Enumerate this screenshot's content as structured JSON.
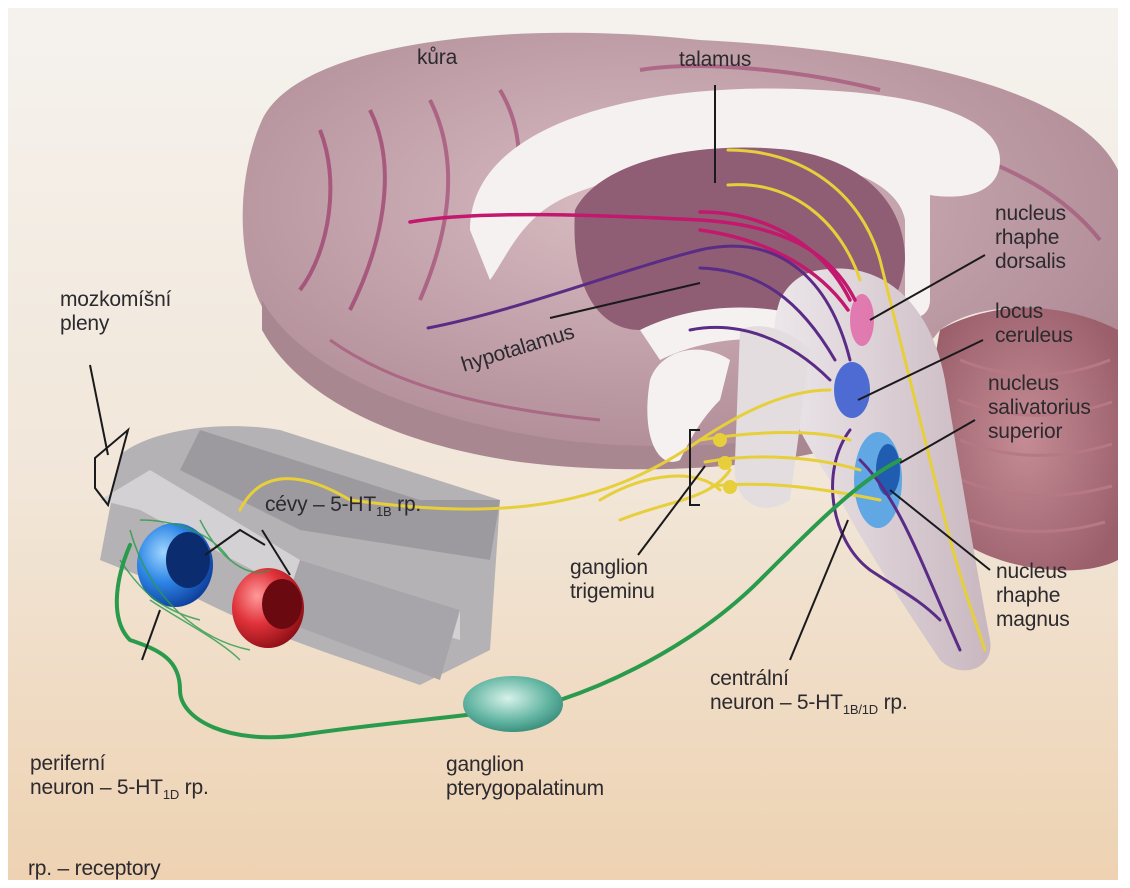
{
  "labels": {
    "kura": "kůra",
    "talamus": "talamus",
    "hypotalamus": "hypotalamus",
    "mozkomisni": [
      "mozkomíšní",
      "pleny"
    ],
    "cevy": {
      "prefix": "cévy – 5-HT",
      "sub": "1B",
      "suffix": " rp."
    },
    "nucleus_rd": [
      "nucleus",
      "rhaphe",
      "dorsalis"
    ],
    "locus": [
      "locus",
      "ceruleus"
    ],
    "nucleus_ss": [
      "nucleus",
      "salivatorius",
      "superior"
    ],
    "ganglion_trig": [
      "ganglion",
      "trigeminu"
    ],
    "nucleus_rm": [
      "nucleus",
      "rhaphe",
      "magnus"
    ],
    "centralni": {
      "line1": "centrální",
      "prefix": "neuron – 5-HT",
      "sub": "1B/1D",
      "suffix": " rp."
    },
    "periferni": {
      "line1": "periferní",
      "prefix": "neuron – 5-HT",
      "sub": "1D",
      "suffix": " rp."
    },
    "ganglion_ptery": [
      "ganglion",
      "pterygopalatinum"
    ],
    "legend": "rp. – receptory"
  },
  "colors": {
    "page_border": "#ffffff",
    "background": "#f2ece4",
    "brain": "#c7a5ad",
    "brain_dark": "#8e6671",
    "white_matter": "#f3eeee",
    "magenta_pathway": "#c2186e",
    "purple_pathway": "#5a2c86",
    "yellow_pathway": "#e6cf3a",
    "green_pathway": "#2a9a4c",
    "vessel_blue": "#1f6fd8",
    "vessel_red": "#d8242c",
    "meninges_gray": "#9e9ea2",
    "label_text": "#2c2a2e"
  }
}
